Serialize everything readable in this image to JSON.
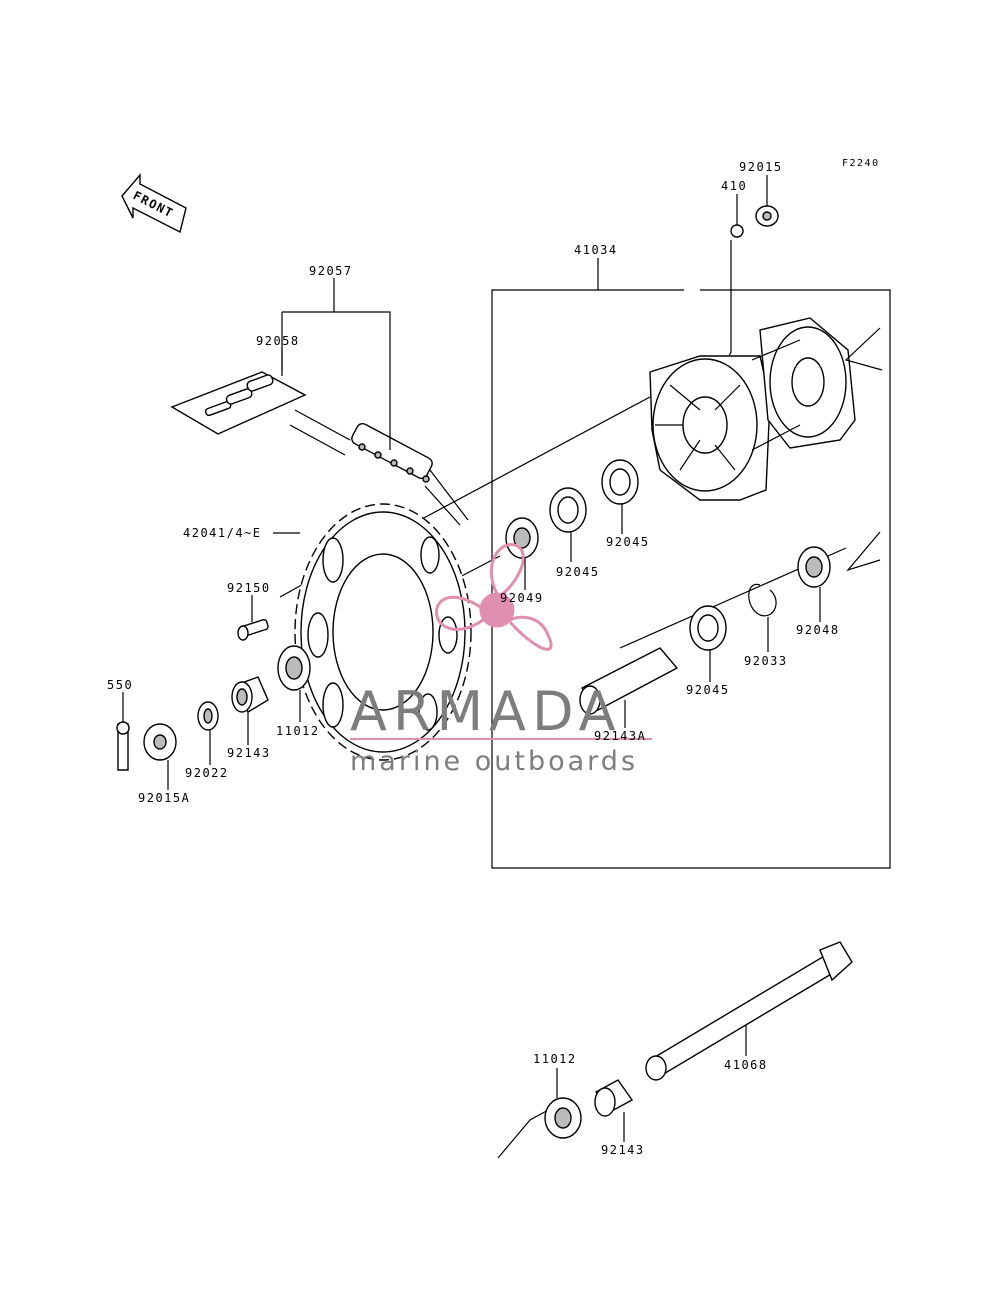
{
  "figure_code": "F2240",
  "front_arrow": "FRONT",
  "watermark": {
    "title": "ARMADA",
    "subtitle": "marine outboards",
    "color": "#e08fb0"
  },
  "labels": {
    "p92015_top": "92015",
    "p410": "410",
    "p41034": "41034",
    "p92057": "92057",
    "p92058": "92058",
    "p42041": "42041/4~E",
    "p92150": "92150",
    "p550": "550",
    "p92015A": "92015A",
    "p92022": "92022",
    "p92143_left": "92143",
    "p11012_left": "11012",
    "p92049": "92049",
    "p92045_a": "92045",
    "p92045_b": "92045",
    "p92045_c": "92045",
    "p92033": "92033",
    "p92048": "92048",
    "p92143A": "92143A",
    "p41068": "41068",
    "p11012_bottom": "11012",
    "p92143_bottom": "92143"
  }
}
